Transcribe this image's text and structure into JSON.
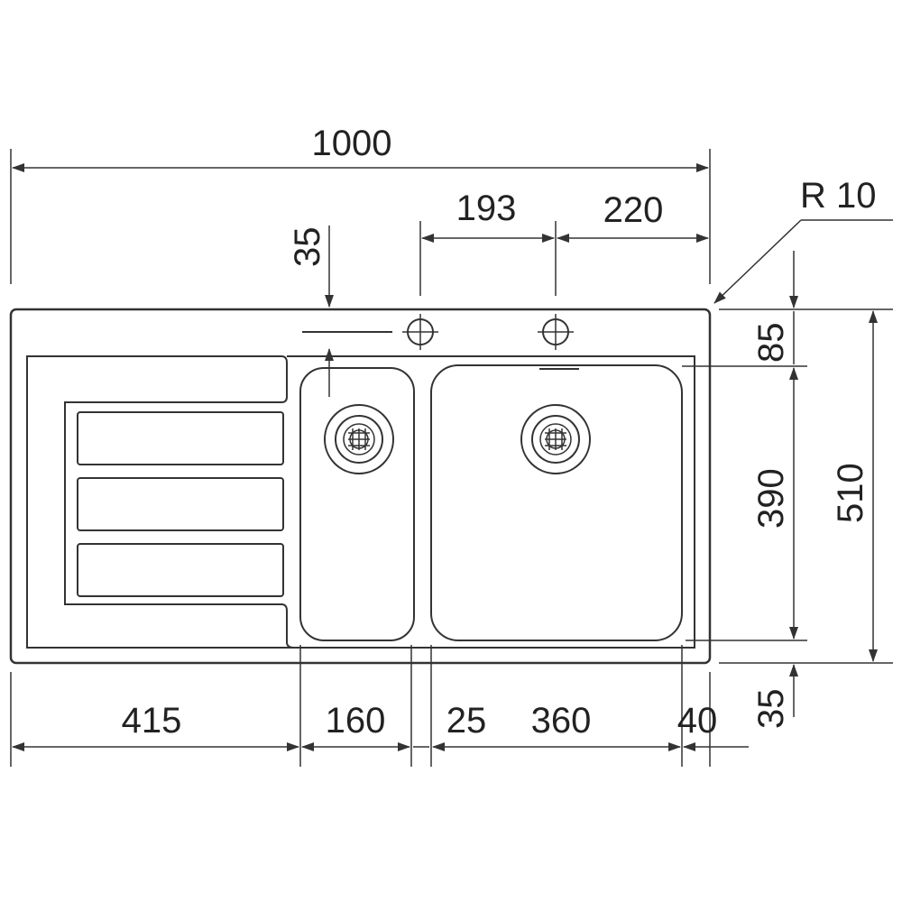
{
  "dimensions": {
    "overall_width": "1000",
    "tap_hole_1": "193",
    "tap_hole_2": "220",
    "corner_radius": "R 10",
    "tap_offset": "35",
    "depth_top": "85",
    "bowl_depth": "390",
    "overall_depth": "510",
    "depth_bottom": "35",
    "drainer_width": "415",
    "small_bowl_width": "160",
    "divider_width": "25",
    "large_bowl_width": "360",
    "right_margin": "40"
  }
}
